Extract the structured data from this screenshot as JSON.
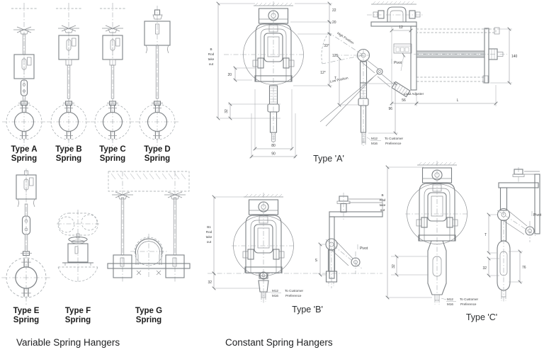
{
  "page": {
    "variable_caption": "Variable Spring Hangers",
    "constant_caption": "Constant Spring Hangers"
  },
  "variable_types": {
    "a": {
      "name": "Type A",
      "sub": "Spring"
    },
    "b": {
      "name": "Type B",
      "sub": "Spring"
    },
    "c": {
      "name": "Type C",
      "sub": "Spring"
    },
    "d": {
      "name": "Type D",
      "sub": "Spring"
    },
    "e": {
      "name": "Type E",
      "sub": "Spring"
    },
    "f": {
      "name": "Type F",
      "sub": "Spring"
    },
    "g": {
      "name": "Type G",
      "sub": "Spring"
    }
  },
  "constant_a": {
    "caption": "Type 'A'",
    "takeout": {
      "l1": "B",
      "l2": "Rod",
      "l3": "take",
      "l4": "out"
    },
    "dims": {
      "d22": "22",
      "d20_right": "20",
      "d125": "125",
      "d20_left": "20",
      "d32": "32",
      "d80": "80",
      "d90": "90",
      "d12": "12",
      "d140": "140",
      "d56": "56",
      "dL": "L",
      "d96": "96",
      "dT": "T"
    },
    "angles": {
      "high": "33°",
      "low": "12°"
    },
    "labels": {
      "high_position": "High Position",
      "low_position": "Low Position",
      "pivot": "Pivot",
      "load_adjuster": "Load Adjuster",
      "m12": "M12",
      "m16": "M16",
      "cust1": "To Customer",
      "cust2": "Preference"
    }
  },
  "constant_b": {
    "caption": "Type 'B'",
    "takeout": {
      "l1": "B1",
      "l2": "Rod",
      "l3": "take",
      "l4": "out"
    },
    "dims": {
      "d32": "32",
      "dS": "S"
    },
    "labels": {
      "pivot": "Pivot",
      "m12": "M12",
      "m16": "M16",
      "cust1": "To Customer",
      "cust2": "Preference"
    }
  },
  "constant_c": {
    "caption": "Type 'C'",
    "takeout": {
      "l1": "B",
      "l2": "Rod",
      "l3": "take",
      "l4": "out"
    },
    "dims": {
      "d32_front": "32",
      "dT": "T",
      "d32_side": "32",
      "d76": "76"
    },
    "labels": {
      "pivot": "Pivot",
      "m12": "M12",
      "m16": "M16",
      "cust1": "To Customer",
      "cust2": "Preference"
    }
  }
}
